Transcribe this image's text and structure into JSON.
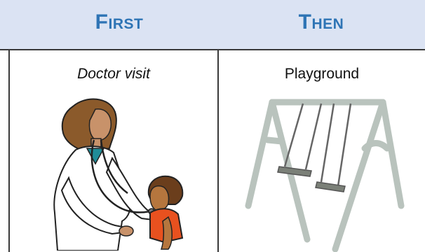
{
  "header": {
    "first": "First",
    "then": "Then"
  },
  "panels": [
    {
      "caption": "Doctor visit",
      "illustration": "doctor-examining-child"
    },
    {
      "caption": "Playground",
      "illustration": "swing-set"
    }
  ],
  "colors": {
    "header_bg": "#dbe3f3",
    "heading": "#2e74b5",
    "border": "#3a3a3a"
  }
}
